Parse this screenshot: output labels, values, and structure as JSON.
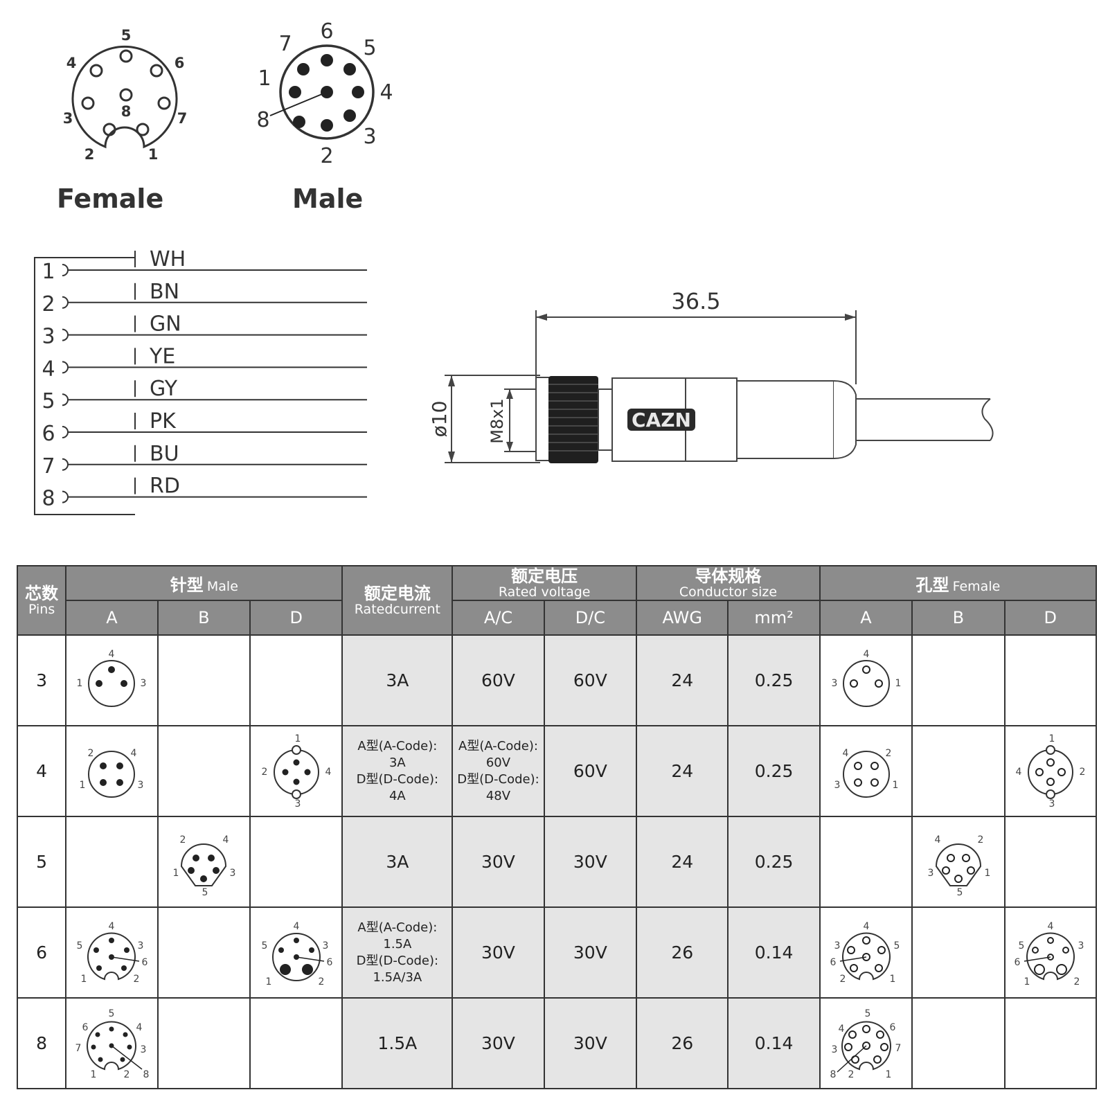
{
  "connectors": {
    "female": {
      "label": "Female",
      "pins": [
        "1",
        "2",
        "3",
        "4",
        "5",
        "6",
        "7",
        "8"
      ]
    },
    "male": {
      "label": "Male",
      "pins": [
        "1",
        "2",
        "3",
        "4",
        "5",
        "6",
        "7",
        "8"
      ]
    }
  },
  "wiring": [
    {
      "pin": "1",
      "color": "WH"
    },
    {
      "pin": "2",
      "color": "BN"
    },
    {
      "pin": "3",
      "color": "GN"
    },
    {
      "pin": "4",
      "color": "YE"
    },
    {
      "pin": "5",
      "color": "GY"
    },
    {
      "pin": "6",
      "color": "PK"
    },
    {
      "pin": "7",
      "color": "BU"
    },
    {
      "pin": "8",
      "color": "RD"
    }
  ],
  "drawing": {
    "length": "36.5",
    "diameter": "ø10",
    "thread": "M8x1",
    "logo": "CAZN"
  },
  "table": {
    "pins_header_zh": "芯数",
    "pins_header_en": "Pins",
    "male_header_zh": "针型",
    "male_header_en": "Male",
    "current_header_zh": "额定电流",
    "current_header_en": "Ratedcurrent",
    "voltage_header_zh": "额定电压",
    "voltage_header_en": "Rated voltage",
    "conductor_header_zh": "导体规格",
    "conductor_header_en": "Conductor size",
    "female_header_zh": "孔型",
    "female_header_en": "Female",
    "code_a": "A",
    "code_b": "B",
    "code_d": "D",
    "ac": "A/C",
    "dc": "D/C",
    "awg": "AWG",
    "mm2": "mm²",
    "rows": [
      {
        "pins": "3",
        "current": "3A",
        "ac": "60V",
        "dc": "60V",
        "awg": "24",
        "mm2": "0.25"
      },
      {
        "pins": "4",
        "current_lines": [
          "A型(A-Code):",
          "3A",
          "D型(D-Code):",
          "4A"
        ],
        "ac_lines": [
          "A型(A-Code):",
          "60V",
          "D型(D-Code):",
          "48V"
        ],
        "dc": "60V",
        "awg": "24",
        "mm2": "0.25"
      },
      {
        "pins": "5",
        "current": "3A",
        "ac": "30V",
        "dc": "30V",
        "awg": "24",
        "mm2": "0.25"
      },
      {
        "pins": "6",
        "current_lines": [
          "A型(A-Code):",
          "1.5A",
          "D型(D-Code):",
          "1.5A/3A"
        ],
        "ac": "30V",
        "dc": "30V",
        "awg": "26",
        "mm2": "0.14"
      },
      {
        "pins": "8",
        "current": "1.5A",
        "ac": "30V",
        "dc": "30V",
        "awg": "26",
        "mm2": "0.14"
      }
    ]
  }
}
